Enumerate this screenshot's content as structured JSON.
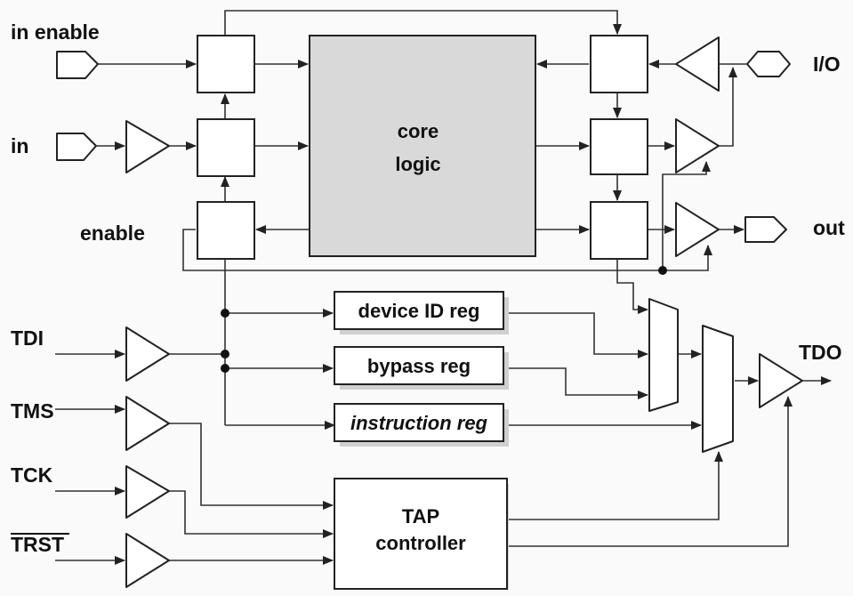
{
  "signals": {
    "in_enable": "in enable",
    "in": "in",
    "enable": "enable",
    "io": "I/O",
    "out": "out",
    "tdi": "TDI",
    "tms": "TMS",
    "tck": "TCK",
    "trst": "TRST",
    "tdo": "TDO"
  },
  "core": {
    "line1": "core",
    "line2": "logic"
  },
  "registers": {
    "device_id": "device ID reg",
    "bypass": "bypass reg",
    "instruction": "instruction reg"
  },
  "tap": {
    "line1": "TAP",
    "line2": "controller"
  },
  "colors": {
    "core_fill": "#d9d9d9",
    "line": "#333333",
    "box_stroke": "#222222"
  }
}
